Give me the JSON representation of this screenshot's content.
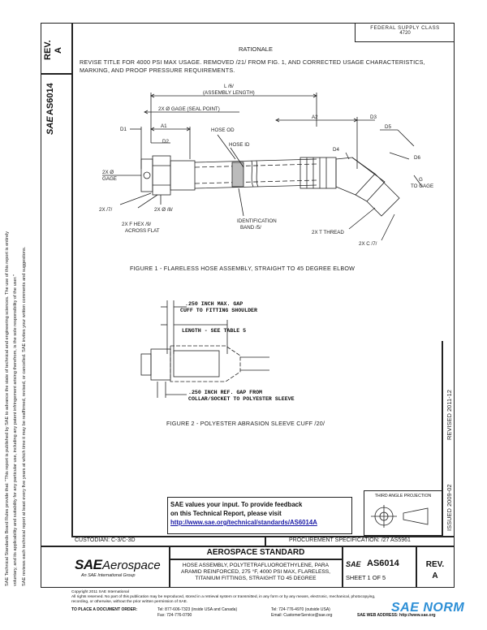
{
  "left_margin": {
    "line1": "SAE Technical Standards Board Rules provide that: \"This report is published by SAE to advance the state of technical and engineering sciences. The use of this report is entirely",
    "line2": "voluntary, and its applicability and suitability for any particular use, including any patent infringement arising therefrom, is the sole responsibility of the user.\"",
    "line3": "SAE reviews each technical report at least every five years at which time it may be reaffirmed, revised, or cancelled. SAE invites your written comments and suggestions."
  },
  "rev_block": {
    "label": "REV.",
    "value": "A"
  },
  "doc_vertical": "AS6014",
  "stamp": {
    "line1": "FEDERAL SUPPLY CLASS",
    "line2": "4720"
  },
  "rationale": {
    "heading": "RATIONALE",
    "text1": "REVISE TITLE FOR 4000 PSI MAX USAGE. REMOVED /21/ FROM FIG. 1, AND CORRECTED USAGE CHARACTERISTICS,",
    "text2": "MARKING, AND PROOF PRESSURE REQUIREMENTS."
  },
  "figure1": {
    "caption": "FIGURE 1 - FLARELESS HOSE ASSEMBLY, STRAIGHT TO 45 DEGREE ELBOW",
    "labels": {
      "length": "L /6/",
      "assembly_length": "(ASSEMBLY LENGTH)",
      "gage_seal": "2X Ø GAGE (SEAL POINT)",
      "d1": "D1",
      "a1": "A1",
      "d2": "D2",
      "hose_od": "HOSE OD",
      "hose_id": "HOSE ID",
      "a2": "A2",
      "d3": "D3",
      "d4": "D4",
      "d5": "D5",
      "d6": "D6",
      "gage_left1": "2X Ø",
      "gage_left2": "GAGE",
      "g_to_gage": "G",
      "to_gage": "TO GAGE",
      "x7": "2X /7/",
      "x8": "2X Ø /8/",
      "hex1": "2X F HEX /9/",
      "hex2": "ACROSS FLAT",
      "id_band1": "IDENTIFICATION",
      "id_band2": "BAND /5/",
      "thread": "2X T THREAD",
      "c7": "2X C /7/"
    }
  },
  "figure2": {
    "caption": "FIGURE 2 - POLYESTER ABRASION SLEEVE CUFF /20/",
    "labels": {
      "gap1": ".250 INCH MAX. GAP",
      "gap2": "CUFF TO FITTING SHOULDER",
      "length": "LENGTH - SEE TABLE 5",
      "ref1": ".250 INCH REF. GAP FROM",
      "ref2": "COLLAR/SOCKET TO POLYESTER SLEEVE"
    }
  },
  "right_vertical": {
    "revised": "REVISED 2011-12",
    "issued": "ISSUED 2009-02"
  },
  "feedback": {
    "line1": "SAE values your input. To provide feedback",
    "line2": "on this Technical Report, please visit",
    "link": "http://www.sae.org/technical/standards/AS6014A"
  },
  "projection": {
    "label": "THIRD ANGLE PROJECTION"
  },
  "custodian": "CUSTODIAN: C-3/C-3D",
  "procurement": "PROCUREMENT SPECIFICATION: /27 AS5961",
  "title_block": {
    "logo_sae": "SAE",
    "logo_aero": "Aerospace",
    "logo_sub": "An SAE International Group",
    "standard": "AEROSPACE STANDARD",
    "desc1": "HOSE ASSEMBLY, POLYTETRAFLUOROETHYLENE, PARA",
    "desc2": "ARAMID REINFORCED, 275 °F, 4000 PSI MAX, FLARELESS,",
    "desc3": "TITANIUM FITTINGS, STRAIGHT TO 45 DEGREE",
    "mini_logo": "SAE",
    "doc": "AS6014",
    "sheet": "SHEET 1 OF 5",
    "rev_label": "REV.",
    "rev_value": "A"
  },
  "footer": {
    "copyright": "Copyright 2011 SAE International",
    "rights1": "All rights reserved. No part of this publication may be reproduced, stored in a retrieval system or transmitted, in any form or by any means, electronic, mechanical, photocopying,",
    "rights2": "recording, or otherwise, without the prior written permission of SAE.",
    "order": "TO PLACE A DOCUMENT ORDER:",
    "tel1": "Tel: 877-606-7323 (inside USA and Canada)",
    "tel2": "Tel: 724-776-4970 (outside USA)",
    "fax": "Fax: 724-776-0790",
    "email": "Email: CustomerService@sae.org",
    "web": "SAE WEB ADDRESS: http://www.sae.org"
  },
  "watermark": {
    "text": "SAE NORM",
    "color": "#2d8fd6"
  }
}
